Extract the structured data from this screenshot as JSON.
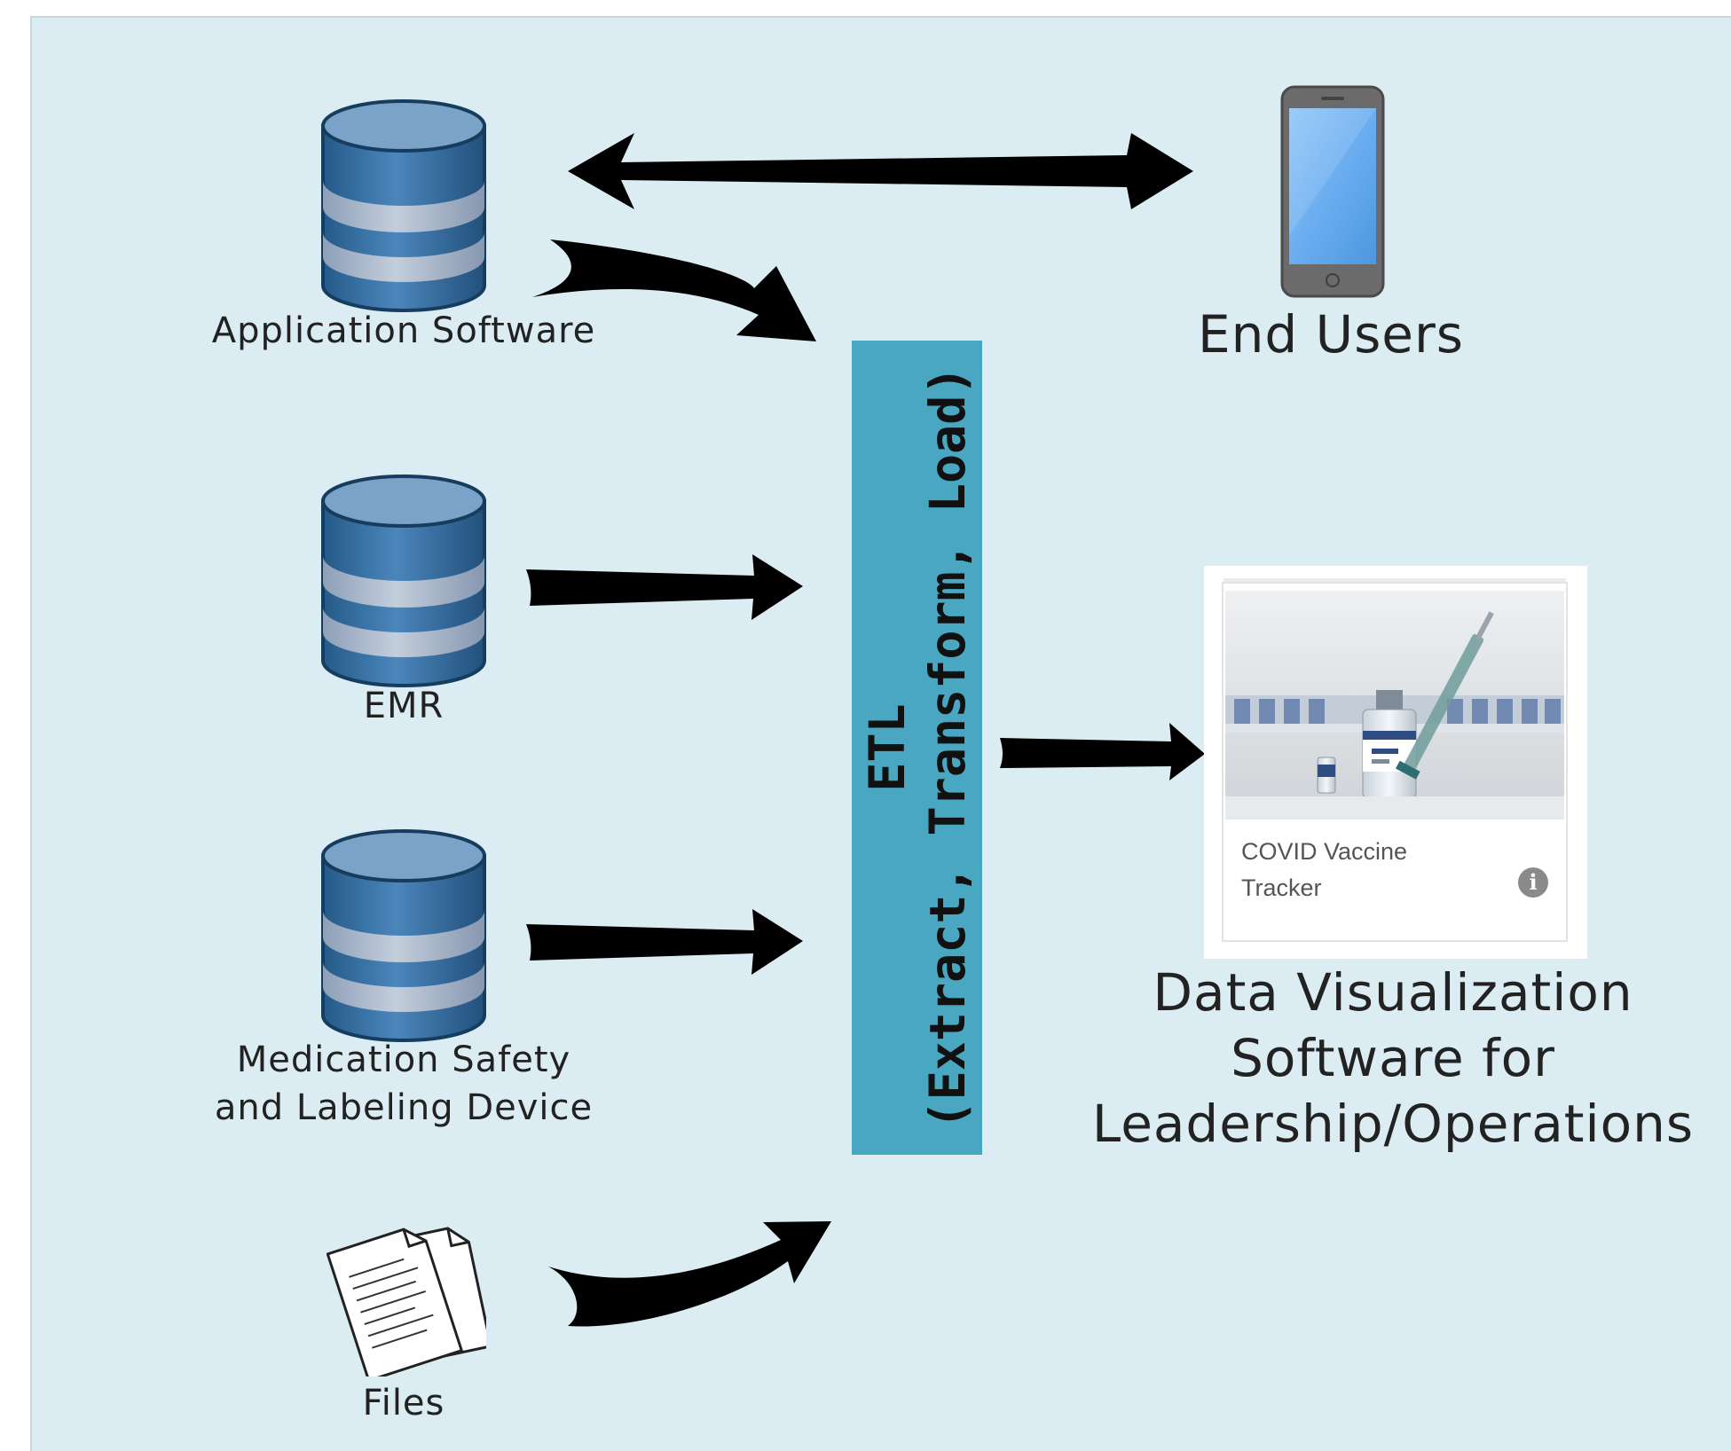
{
  "sources": {
    "application_software": "Application Software",
    "emr": "EMR",
    "medication_line1": "Medication Safety",
    "medication_line2": "and Labeling Device",
    "files": "Files"
  },
  "etl": {
    "line1": "ETL",
    "line2": "(Extract, Transform, Load)"
  },
  "end_users": "End Users",
  "visualization": {
    "card_title": "COVID Vaccine Tracker",
    "line1": "Data Visualization",
    "line2": "Software for",
    "line3": "Leadership/Operations"
  },
  "colors": {
    "background": "#dbedf3",
    "etl_box": "#4aa7c2",
    "database_blue": "#2f6a9e",
    "database_band": "#a9b8cc",
    "arrow": "#000000"
  }
}
